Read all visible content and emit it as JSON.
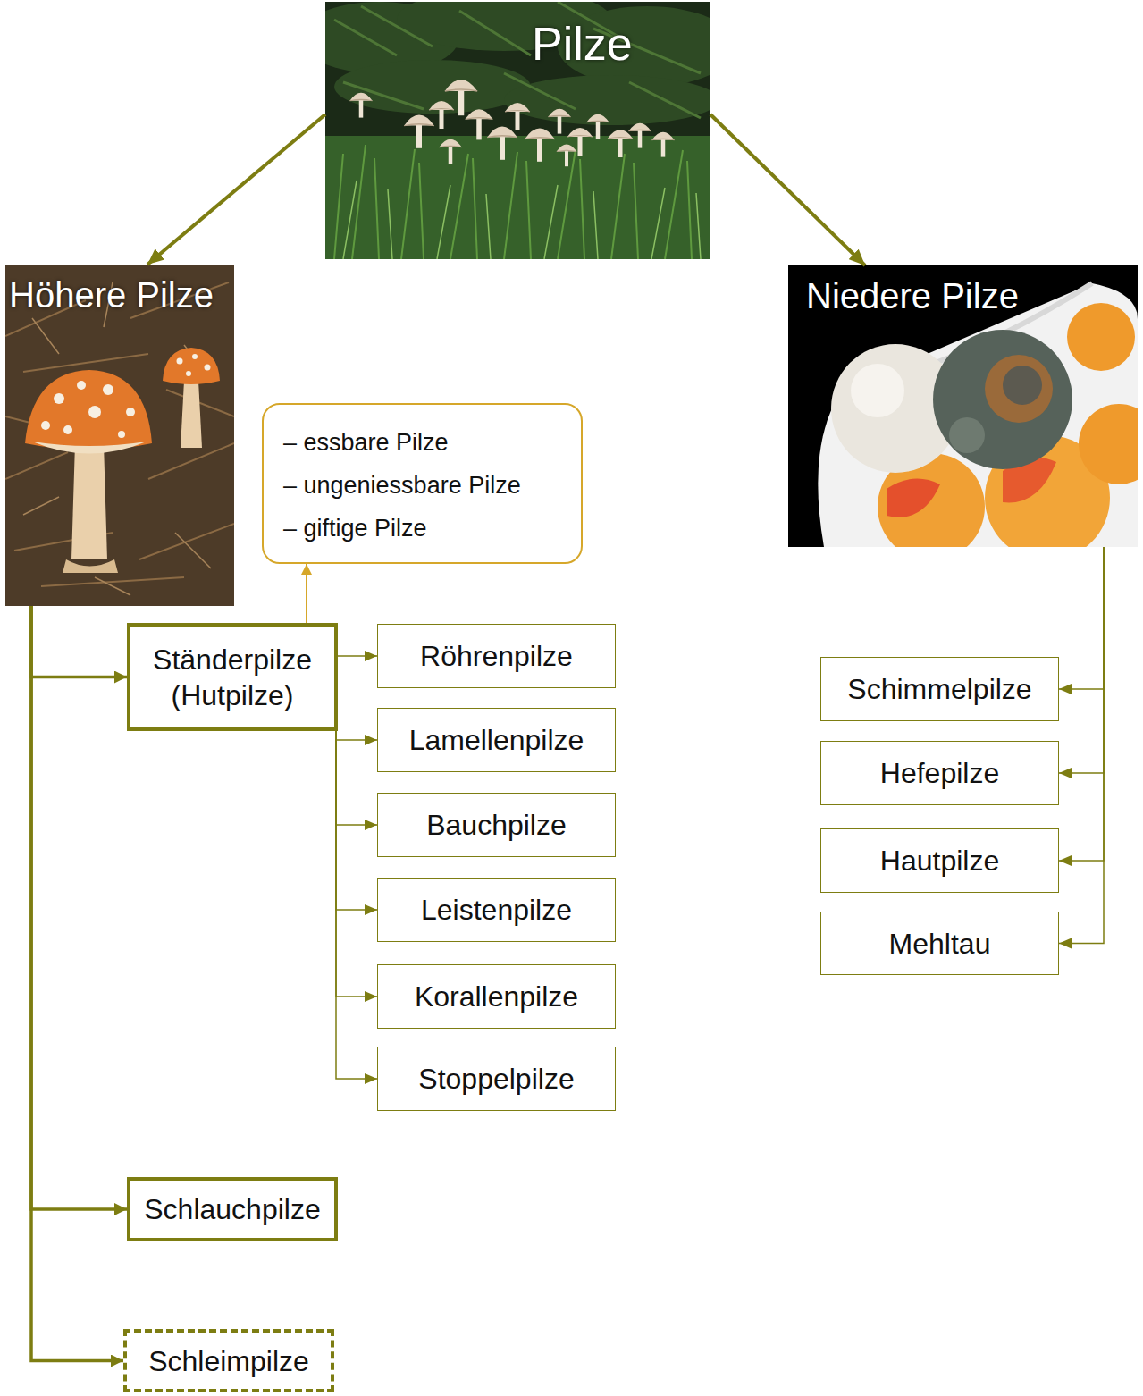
{
  "diagram": {
    "nodes": [
      {
        "text": [
          "Pilze"
        ]
      },
      {
        "text": [
          "Höhere Pilze"
        ]
      },
      {
        "text": [
          "Niedere Pilze"
        ]
      },
      {
        "text": [
          "– essbare Pilze",
          "– ungeniessbare Pilze",
          "– giftige Pilze"
        ]
      },
      {
        "text": [
          "Ständerpilze (Hutpilze)"
        ]
      },
      {
        "text": [
          "Röhrenpilze"
        ]
      },
      {
        "text": [
          "Lamellenpilze"
        ]
      },
      {
        "text": [
          "Bauchpilze"
        ]
      },
      {
        "text": [
          "Leistenpilze"
        ]
      },
      {
        "text": [
          "Korallenpilze"
        ]
      },
      {
        "text": [
          "Stoppelpilze"
        ]
      },
      {
        "text": [
          "Schimmelpilze"
        ]
      },
      {
        "text": [
          "Hefepilze"
        ]
      },
      {
        "text": [
          "Hautpilze"
        ]
      },
      {
        "text": [
          "Mehltau"
        ]
      },
      {
        "text": [
          "Schlauchpilze"
        ]
      },
      {
        "text": [
          "Schleimpilze"
        ]
      }
    ],
    "edges": [
      {
        "from": 0,
        "to": 1,
        "arrow": "to"
      },
      {
        "from": 0,
        "to": 2,
        "arrow": "to"
      },
      {
        "from": 1,
        "to": 4,
        "arrow": "to"
      },
      {
        "from": 1,
        "to": 15,
        "arrow": "to"
      },
      {
        "from": 1,
        "to": 16,
        "arrow": "to"
      },
      {
        "from": 4,
        "to": 3,
        "arrow": "to"
      },
      {
        "from": 4,
        "to": 5,
        "arrow": "to"
      },
      {
        "from": 4,
        "to": 6,
        "arrow": "to"
      },
      {
        "from": 4,
        "to": 7,
        "arrow": "to"
      },
      {
        "from": 4,
        "to": 8,
        "arrow": "to"
      },
      {
        "from": 4,
        "to": 9,
        "arrow": "to"
      },
      {
        "from": 4,
        "to": 10,
        "arrow": "to"
      },
      {
        "from": 2,
        "to": 11,
        "arrow": "to"
      },
      {
        "from": 2,
        "to": 12,
        "arrow": "to"
      },
      {
        "from": 2,
        "to": 13,
        "arrow": "to"
      },
      {
        "from": 2,
        "to": 14,
        "arrow": "to"
      }
    ]
  }
}
